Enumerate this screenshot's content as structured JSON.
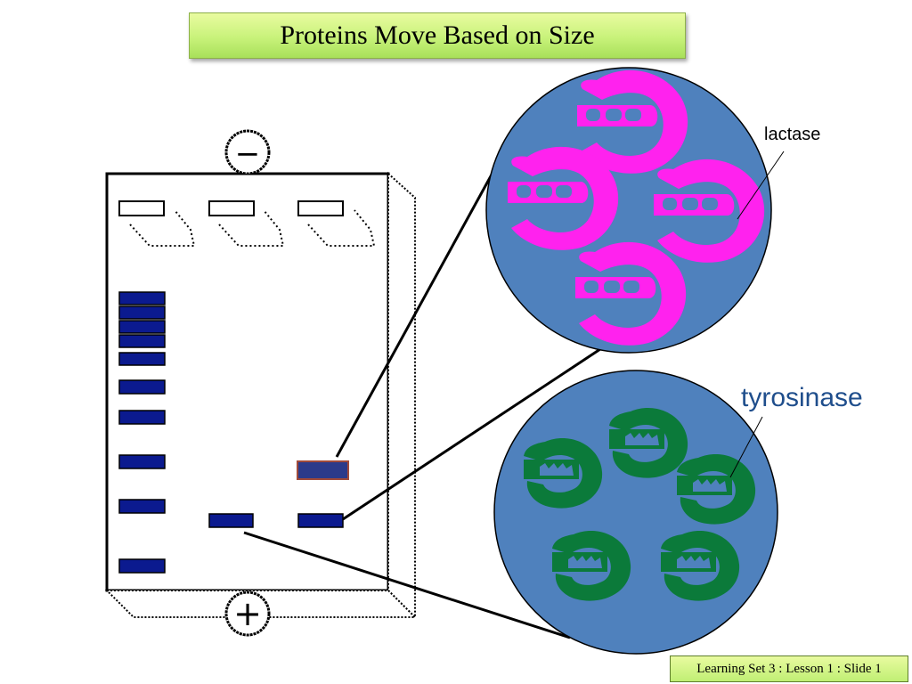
{
  "slide": {
    "title": "Proteins Move Based on Size",
    "footer": "Learning Set 3 : Lesson 1 : Slide 1"
  },
  "diagram": {
    "electrodes": {
      "negative": "−",
      "positive": "+"
    },
    "labels": {
      "lactase": "lactase",
      "tyrosinase": "tyrosinase"
    },
    "colors": {
      "band": "#0b1a8f",
      "circle_fill": "#4f81bd",
      "lactase": "#ff22ee",
      "tyrosinase": "#0b7a3a",
      "tyrosinase_label": "#1f4e8c"
    }
  }
}
